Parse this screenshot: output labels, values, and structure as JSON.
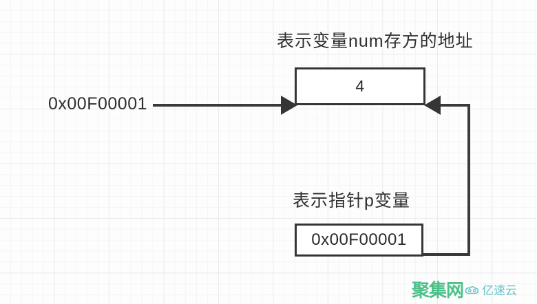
{
  "diagram": {
    "title_note_num": "表示变量num存方的地址",
    "title_note_ptr": "表示指针p变量",
    "address_label": "0x00F00001",
    "boxes": [
      {
        "id": "num-box",
        "value": "4"
      },
      {
        "id": "pointer-box",
        "value": "0x00F00001"
      }
    ],
    "colors": {
      "box_border": "#353535",
      "text": "#2f2f2f",
      "grid_line": "#ececec",
      "background": "#fdfdfd",
      "connector": "#3a3a3a"
    }
  },
  "watermark": {
    "brand": "聚集网",
    "sub_brand": "亿速云",
    "brand_color": "#4cc08a",
    "sub_color": "#63c4c8"
  }
}
